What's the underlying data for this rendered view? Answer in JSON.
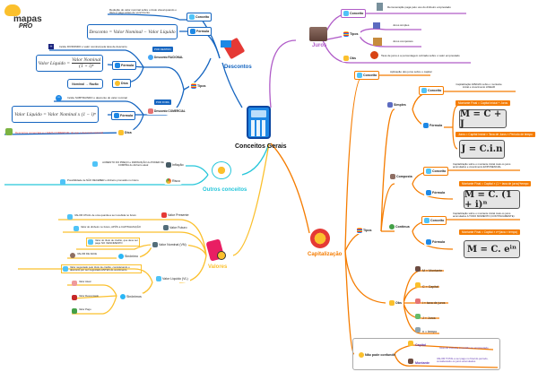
{
  "logo": {
    "name": "mapas",
    "sub": "PRO"
  },
  "center": {
    "title": "Conceitos Gerais",
    "icon": "calculator-icon"
  },
  "colors": {
    "descontos": "#1565c0",
    "juros": "#b05cc8",
    "capitalizacao": "#f57c00",
    "outros": "#26c6da",
    "valores": "#fbc02d"
  },
  "descontos": {
    "title": "Descontos",
    "conceito_label": "Conceito",
    "conceito": "Redução do valor nominal sobre o título visual quando o título é pago antes do vencimento",
    "formula_label": "Fórmula",
    "formula": "Desconto = Valor Nominal − Valor Líquido",
    "tipos_label": "Tipos",
    "racional": {
      "label": "Desconto RACIONAL",
      "tag": "POR DENTRO",
      "desc": "Incide DIVIDINDO o valor nominal pela taxa de desconto",
      "formula_label": "Fórmula",
      "formula_left": "Valor Líquido =",
      "formula_num": "Valor Nominal",
      "formula_den": "(1 + i)ⁿ",
      "dica_label": "Dica",
      "dica": "Nominal → Razão"
    },
    "comercial": {
      "label": "Desconto COMERCIAL",
      "tag": "POR FORA",
      "desc": "Incide SUBTRAINDO o desconto do valor nominal",
      "formula_label": "Fórmula",
      "formula": "Valor Líquido = Valor Nominal x (1 − i)ⁿ",
      "dica_label": "Dica",
      "dica": "Descontos comerciais é o MAIS COMERCIAL do que o desconto racional"
    }
  },
  "juros": {
    "title": "Juros",
    "conceito_label": "Conceito",
    "conceito": "Remuneração paga pelo uso do dinheiro emprestado",
    "tipos_label": "Tipos",
    "tipos": [
      "Juros simples",
      "Juros compostos"
    ],
    "obs_label": "Obs",
    "obs": "Taxa de juros é a porcentagem cobrada sobre o valor emprestado"
  },
  "capitalizacao": {
    "title": "Capitalização",
    "conceito_label": "Conceito",
    "conceito": "Aplicação dos juros sobre o capital",
    "tipos_label": "Tipos",
    "simples": {
      "label": "Simples",
      "conceito_label": "Conceito",
      "conceito": "Capitalização APENAS sobre o montante inicial e crescimento LINEAR",
      "formula_label": "Fórmula",
      "obs1": "Montante Final = Capital Inicial + Juros",
      "f1": "M = C + J",
      "obs2": "Juros = Capital Inicial × Taxa de Juros × Período de tempo",
      "f2": "J = C.i.n"
    },
    "composta": {
      "label": "Composta",
      "conceito_label": "Conceito",
      "conceito": "Capitalização sobre o montante inicial mais os juros acumulados e crescimento EXPONENCIAL",
      "formula_label": "Fórmula",
      "obs": "Montante Final = Capital × (1 + taxa de juros)^tempo",
      "f": "M = C. (1 + i)ⁿ"
    },
    "continua": {
      "label": "Contínua",
      "conceito_label": "Conceito",
      "conceito": "Capitalização sobre o montante inicial mais os juros acumulados A TODO MOMENTO (CONTINUAMENTE)",
      "formula_label": "Fórmula",
      "obs": "Montante Final = Capital × e^(taxa × tempo)",
      "f": "M = C. eⁱⁿ"
    },
    "obs_label": "Obs",
    "vars": [
      "M = Montante",
      "C = Capital",
      "i = taxa de juros",
      "J = Juros",
      "n = tempo"
    ],
    "confundir": {
      "label": "Não pode confundir",
      "items": [
        {
          "name": "Capital",
          "desc": "VALOR INICIAL investido ou emprestado"
        },
        {
          "name": "Montante",
          "desc": "VALOR TOTAL a ser pago no final do período, considerando os juros acumulados"
        }
      ]
    }
  },
  "outros": {
    "title": "Outros conceitos",
    "inflacao": {
      "label": "Inflação",
      "desc": "AUMENTO DO PREÇO e DIMINUIÇÃO do PODER DE COMPRA do dinheiro atual"
    },
    "risco": {
      "label": "Risco",
      "desc": "Possibilidade de NÃO RECEBER o dinheiro prometido no futuro"
    }
  },
  "valores": {
    "title": "Valores",
    "presente": {
      "label": "Valor Presente",
      "desc": "VALOR ATUAL de uma quantia a ser recebida no futuro"
    },
    "futuro": {
      "label": "Valor Futuro",
      "desc": "Valor do dinheiro no futuro, APÓS a CAPITALIZAÇÃO"
    },
    "nominal": {
      "label": "Valor Nominal (VN)",
      "desc": "Valor do título de crédito, que deve ser pago NO VENCIMENTO",
      "sin_label": "Sinônimo",
      "sin": "VALOR DE FACE"
    },
    "liquido": {
      "label": "Valor Líquido (VL)",
      "desc": "Valor negociado pelo título de crédito, considerando o desconto por ser negociado ANTES do vencimento",
      "sin_label": "Sinônimos",
      "sins": [
        "Valor Atual",
        "Valor Descontado",
        "Valor Pago"
      ]
    }
  }
}
